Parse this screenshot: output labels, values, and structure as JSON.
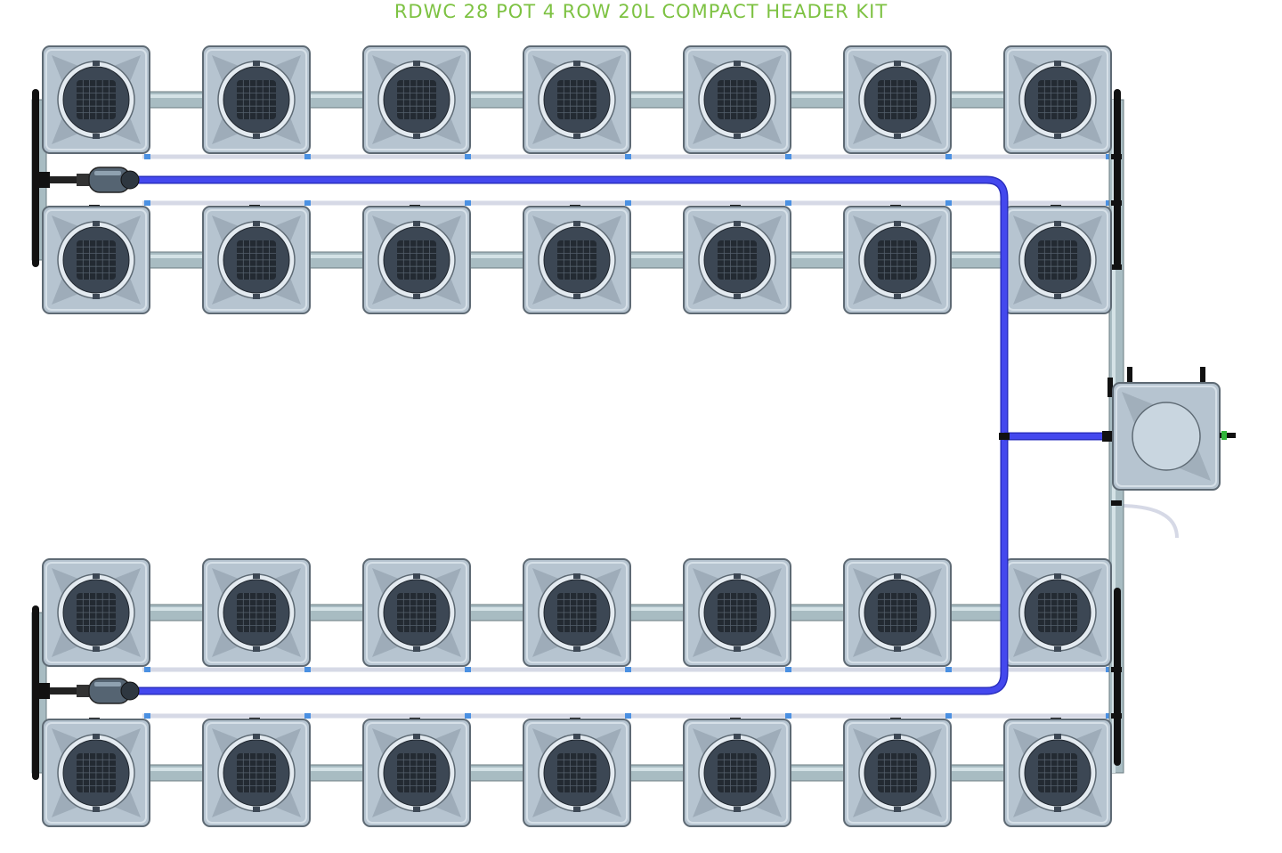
{
  "title": "RDWC 28 POT 4 ROW 20L COMPACT HEADER KIT",
  "layout": {
    "pots_per_row": 7,
    "rows": 4,
    "total_pots": 28,
    "pot_size": "20L",
    "has_header_tank": true,
    "pumps": 2
  },
  "colors": {
    "title": "#7dc242",
    "pot_body": "#b6c4d0",
    "pot_edge": "#5e6a74",
    "pot_facet_dark": "#8b99a6",
    "lid": "#3c4754",
    "mesh": "#232a32",
    "pipe": "#a8bcc2",
    "pipe_edge": "#6b7c82",
    "return_line": "#4448ee",
    "return_line_edge": "#2a2fbf",
    "drain_hose": "#d6d9e6",
    "connector_blue": "#4a90e2",
    "fitting": "#111111",
    "pump_body": "#556472",
    "valve_green": "#31b53a"
  }
}
